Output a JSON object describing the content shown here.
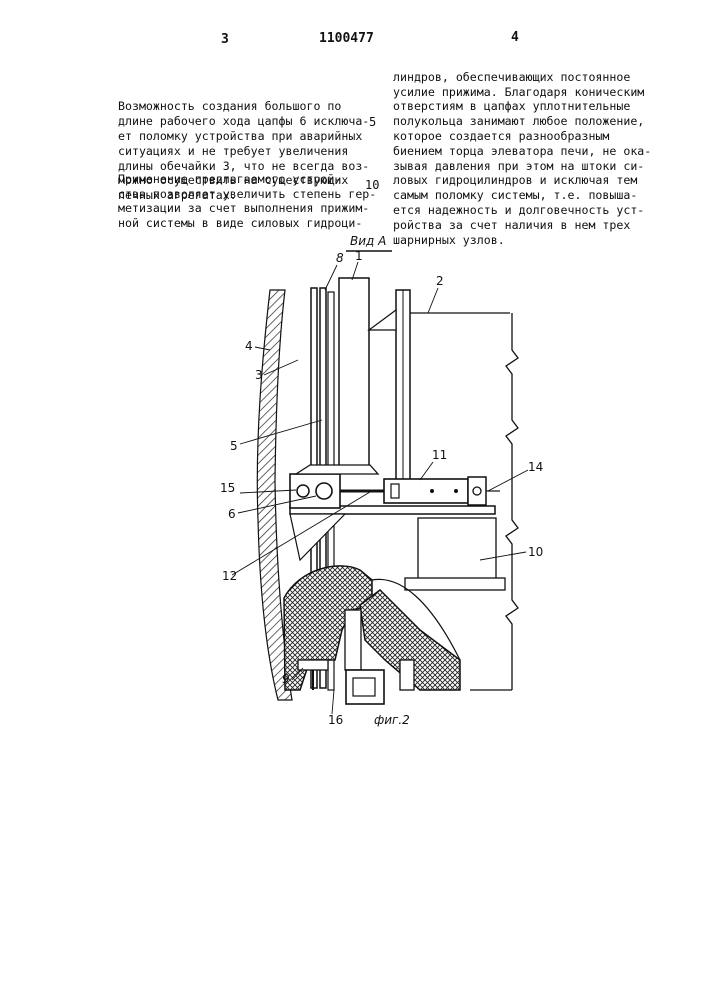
{
  "header": {
    "left_page": "3",
    "patent_number": "1100477",
    "right_page": "4"
  },
  "left_column": {
    "paragraph1": [
      "Возможность создания большого по",
      "длине рабочего хода цапфы 6 исключа-",
      "ет поломку устройства при аварийных",
      "ситуациях и не требует увеличения",
      "длины обечайки 3, что не всегда воз-",
      "можно осуществить на существующих",
      "печных агрегатах."
    ],
    "paragraph2": [
      "Применение предлагаемого устрой-",
      "ства позволяет увеличить степень гер-",
      "метизации за счет выполнения прижим-",
      "ной системы в виде силовых гидроци-"
    ]
  },
  "right_column": {
    "lines": [
      "линдров, обеспечивающих постоянное",
      "усилие прижима. Благодаря коническим",
      "отверстиям в цапфах уплотнительные",
      "полукольца занимают любое положение,",
      "которое создается разнообразным",
      "биением торца элеватора печи, не ока-",
      "зывая давления при этом на штоки си-",
      "ловых гидроцилиндров и исключая тем",
      "самым поломку системы, т.е. повыша-",
      "ется надежность и долговечность уст-",
      "ройства за счет наличия в нем трех",
      "шарнирных узлов."
    ]
  },
  "line_numbers": [
    "5",
    "10"
  ],
  "figure": {
    "view_label": "Вид A",
    "caption": "фиг.2",
    "callouts": [
      "1",
      "2",
      "3",
      "4",
      "5",
      "6",
      "8",
      "9",
      "10",
      "11",
      "12",
      "14",
      "15",
      "16"
    ]
  }
}
